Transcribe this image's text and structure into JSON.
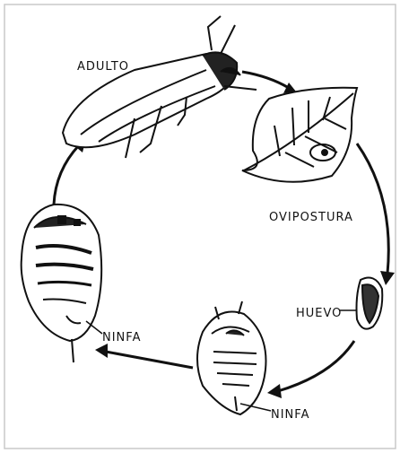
{
  "labels": {
    "adult": "ADULTO",
    "oviposition": "OVIPOSTURA",
    "egg": "HUEVO",
    "nymph_left": "NINFA",
    "nymph_bottom": "NINFA"
  },
  "colors": {
    "ink": "#111111",
    "paper": "#ffffff",
    "border": "#c9c9c9"
  }
}
